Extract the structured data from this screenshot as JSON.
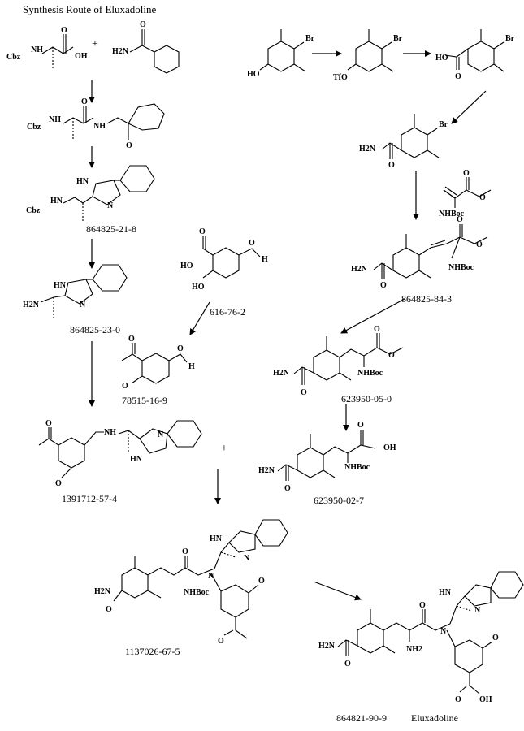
{
  "title": "Synthesis Route of Eluxadoline",
  "plus_sign": "+",
  "atoms": {
    "cbz": "Cbz",
    "nh": "NH",
    "hn": "HN",
    "oh": "OH",
    "o": "O",
    "h2n": "H2N",
    "ho": "HO",
    "br": "Br",
    "tfo": "TfO",
    "n": "N",
    "h": "H",
    "nhboc": "NHBoc",
    "nh2": "NH2"
  },
  "compounds": [
    {
      "id": "c1",
      "cas": "864825-21-8"
    },
    {
      "id": "c2",
      "cas": "864825-23-0"
    },
    {
      "id": "c3",
      "cas": "616-76-2"
    },
    {
      "id": "c4",
      "cas": "78515-16-9"
    },
    {
      "id": "c5",
      "cas": "1391712-57-4"
    },
    {
      "id": "c6",
      "cas": "1137026-67-5"
    },
    {
      "id": "c7",
      "cas": "864825-84-3"
    },
    {
      "id": "c8",
      "cas": "623950-05-0"
    },
    {
      "id": "c9",
      "cas": "623950-02-7"
    },
    {
      "id": "c10",
      "cas": "864821-90-9"
    }
  ],
  "product_name": "Eluxadoline"
}
